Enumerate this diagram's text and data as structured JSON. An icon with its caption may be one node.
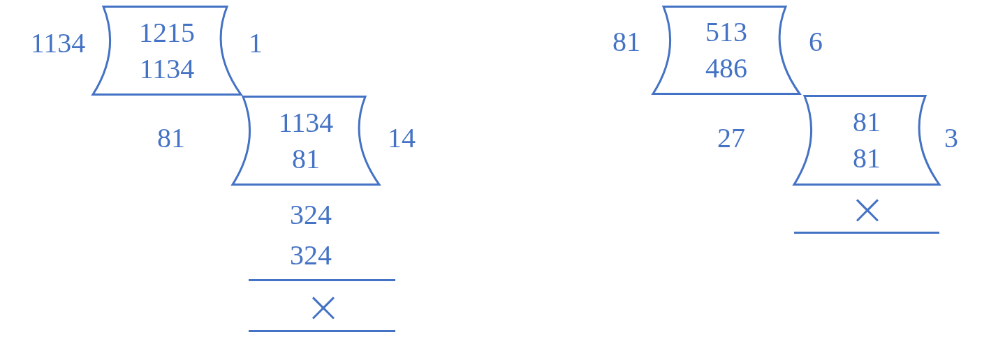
{
  "diagram": {
    "nodes": [
      {
        "text": [
          "1215",
          "1134"
        ],
        "beside": [
          "1134",
          "1"
        ]
      },
      {
        "text": [
          "1134",
          "81"
        ],
        "beside": [
          "81",
          "14"
        ]
      },
      {
        "text": [
          "513",
          "486"
        ],
        "beside": [
          "81",
          "6"
        ]
      },
      {
        "text": [
          "81",
          "81"
        ],
        "beside": [
          "27",
          "3"
        ]
      }
    ],
    "labels": [
      "324",
      "324",
      "×",
      "×"
    ]
  }
}
